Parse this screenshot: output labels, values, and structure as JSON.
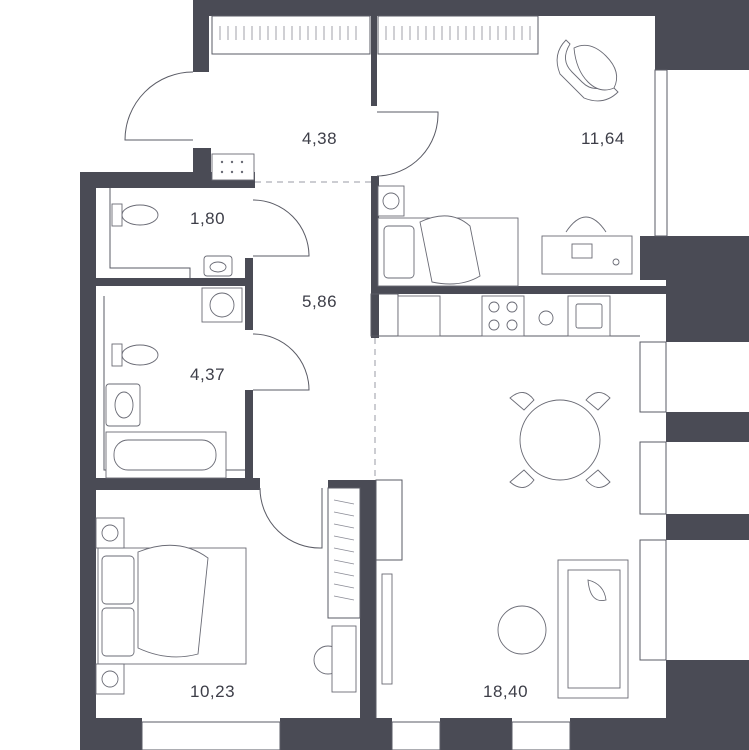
{
  "floor_plan": {
    "rooms": [
      {
        "id": "hall",
        "area": "4,38"
      },
      {
        "id": "bedroom-top",
        "area": "11,64"
      },
      {
        "id": "wc",
        "area": "1,80"
      },
      {
        "id": "corridor",
        "area": "5,86"
      },
      {
        "id": "bathroom",
        "area": "4,37"
      },
      {
        "id": "bedroom-bottom",
        "area": "10,23"
      },
      {
        "id": "kitchen-living",
        "area": "18,40"
      }
    ]
  },
  "colors": {
    "walls": "#4a4b55",
    "lines": "#5a5b65",
    "labels": "#3d3e48"
  }
}
